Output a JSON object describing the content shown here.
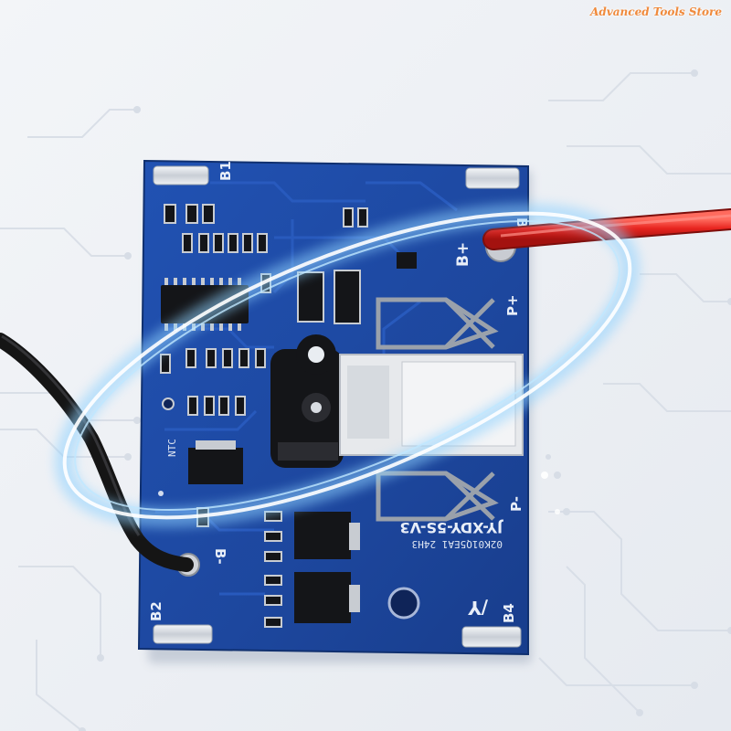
{
  "watermark": "Advanced Tools Store",
  "board": {
    "model": "JY-XDY-5S-V3",
    "code_line": "02K01Q5EA1 24H3",
    "logo_mark": "/Y",
    "pads": {
      "b1": "B1",
      "b2": "B2",
      "b3": "B3",
      "b4": "B4",
      "b_plus": "B+",
      "b_minus": "B-",
      "p_plus": "P+",
      "p_minus": "P-",
      "ntc": "NTC"
    }
  },
  "wires": {
    "red": "#e8251f",
    "black": "#151515"
  },
  "colors": {
    "pcb": "#1f4aa6",
    "pcb_dark": "#173a86",
    "background": "#eef1f5",
    "glow": "#9fd8ff"
  }
}
